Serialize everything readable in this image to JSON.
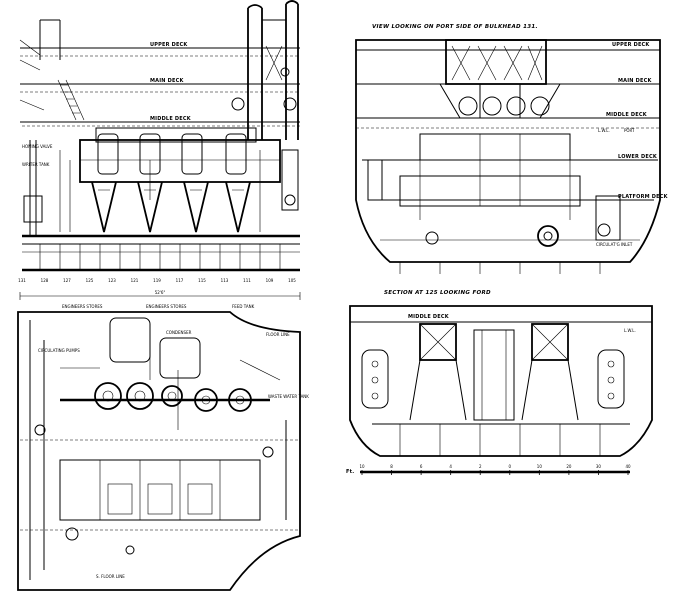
{
  "top_left": {
    "decks": [
      "UPPER DECK",
      "MAIN DECK",
      "MIDDLE DECK"
    ],
    "notes": [
      "HOMING VALVE",
      "WRITER TANK"
    ],
    "frames": [
      "131",
      "128",
      "127",
      "125",
      "123",
      "121",
      "119",
      "117",
      "115",
      "113",
      "111",
      "109",
      "105"
    ],
    "dimension": "52'6\""
  },
  "top_right": {
    "title": "VIEW LOOKING ON PORT SIDE OF BULKHEAD 131.",
    "decks": [
      "UPPER DECK",
      "MAIN DECK",
      "MIDDLE DECK",
      "LOWER DECK",
      "PLATFORM DECK"
    ],
    "labels": [
      "L.W.L.",
      "PORT",
      "CIRCULAT'G INLET"
    ]
  },
  "bottom_left": {
    "labels": [
      "ENGINEERS STORES",
      "ENGINEERS STORES",
      "FEED TANK",
      "CIRCULATING PUMPS",
      "WASTE WATER TANK",
      "FLOOR LINE",
      "CONDENSER",
      "S. FLOOR LINE"
    ]
  },
  "bottom_right": {
    "title": "SECTION AT 125 LOOKING FORD",
    "decks": [
      "MIDDLE DECK"
    ],
    "labels": [
      "L.W.L."
    ],
    "scale_label": "Ft.",
    "scale_ticks": [
      "10",
      "8",
      "6",
      "4",
      "2",
      "0",
      "10",
      "20",
      "30",
      "40"
    ]
  }
}
